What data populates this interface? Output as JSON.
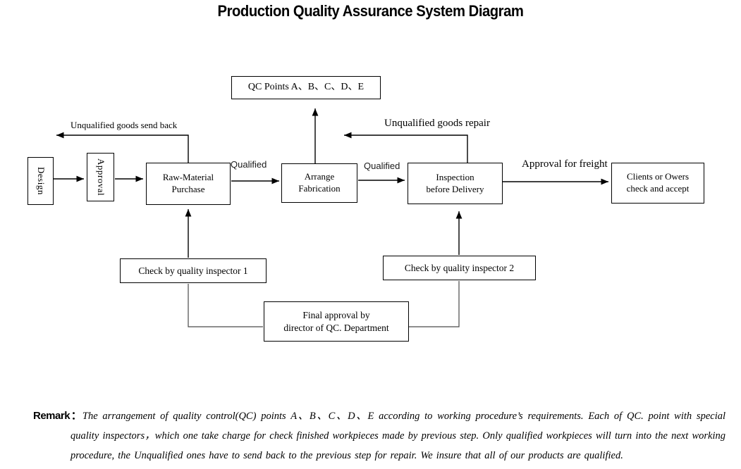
{
  "title": "Production Quality Assurance System Diagram",
  "boxes": {
    "qc_points": {
      "label": "QC Points A、B、C、D、E"
    },
    "design": {
      "label": "Design"
    },
    "approval": {
      "label": "Approval"
    },
    "raw_material": {
      "line1": "Raw-Material",
      "line2": "Purchase"
    },
    "arrange_fabrication": {
      "line1": "Arrange",
      "line2": "Fabrication"
    },
    "inspection": {
      "line1": "Inspection",
      "line2": "before Delivery"
    },
    "clients": {
      "line1": "Clients or Owers",
      "line2": "check and accept"
    },
    "inspector1": {
      "label": "Check by quality inspector 1"
    },
    "inspector2": {
      "label": "Check by quality inspector 2"
    },
    "final_approval": {
      "line1": "Final approval by",
      "line2": "director of QC. Department"
    }
  },
  "edge_labels": {
    "send_back": "Unqualified goods send back",
    "repair": "Unqualified goods repair",
    "qualified": "Qualified",
    "freight": "Approval for freight"
  },
  "remark": {
    "label": "Remark：",
    "text": "The arrangement of quality control(QC) points A、B、C、D、E according to working procedure’s requirements. Each of QC. point with special quality inspectors，which one take charge for check finished workpieces made by previous step. Only qualified workpieces will turn into the next working procedure, the Unqualified ones have to send back to the previous step for repair. We insure that all of our products are qualified."
  },
  "colors": {
    "line": "#000000",
    "background": "#ffffff",
    "text": "#000000"
  }
}
